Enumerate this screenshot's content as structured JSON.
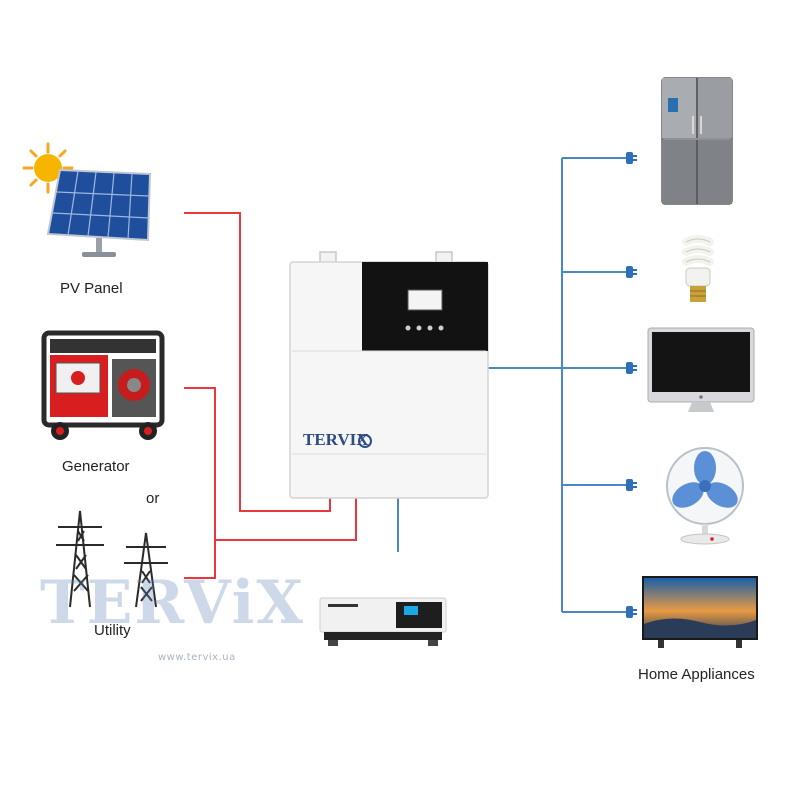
{
  "sources": {
    "pv_label": "PV Panel",
    "generator_label": "Generator",
    "or_label": "or",
    "utility_label": "Utility"
  },
  "inverter": {
    "brand": "TERVIX"
  },
  "loads": {
    "label": "Home Appliances"
  },
  "watermark": {
    "text": "TERViX",
    "url": "www.tervix.ua"
  },
  "colors": {
    "ac_wire": "#e8383d",
    "load_wire": "#4a86c8",
    "brand": "#2c4c84"
  },
  "icons": [
    "sun-icon",
    "solar-panel-icon",
    "generator-icon",
    "power-tower-icon",
    "battery-icon",
    "refrigerator-icon",
    "light-bulb-icon",
    "monitor-icon",
    "fan-icon",
    "tv-icon",
    "plug-icon"
  ]
}
